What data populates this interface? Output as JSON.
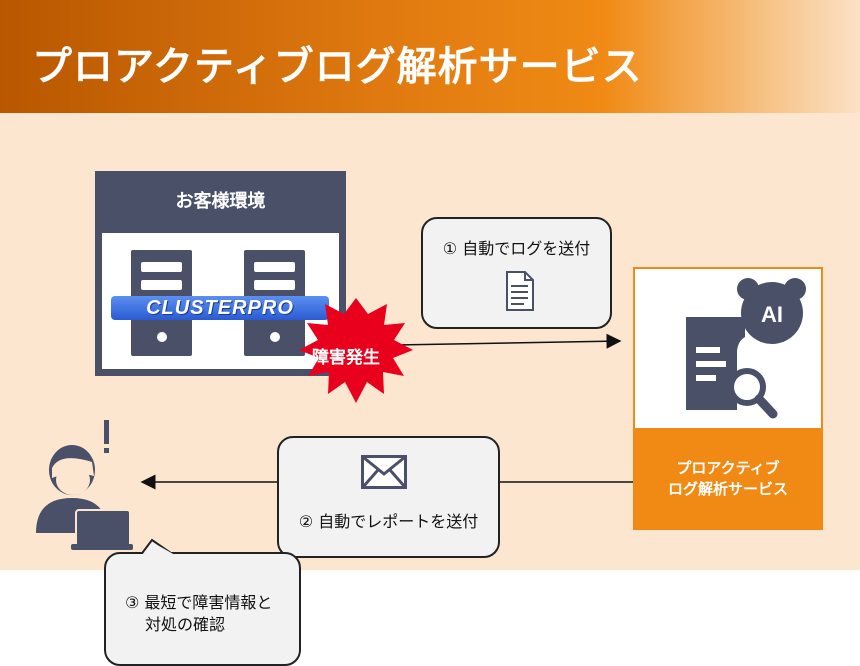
{
  "header": {
    "title": "プロアクティブログ解析サービス"
  },
  "environment": {
    "title": "お客様環境",
    "logo": "CLUSTERPRO"
  },
  "incident": {
    "label": "障害発生"
  },
  "step1": {
    "label": "① 自動でログを送付"
  },
  "step2": {
    "label": "② 自動でレポートを送付"
  },
  "step3": {
    "line1": "③ 最短で障害情報と",
    "line2": "対処の確認"
  },
  "service": {
    "line1": "プロアクティブ",
    "line2": "ログ解析サービス",
    "ai_badge": "AI"
  },
  "icons": [
    "document-icon",
    "mail-icon",
    "server-icon",
    "user-icon",
    "ai-analysis-icon",
    "explosion-icon"
  ],
  "colors": {
    "accent": "#f08a14",
    "dark": "#4a5068",
    "panel": "#fde6cf",
    "burst": "#e8001c"
  }
}
